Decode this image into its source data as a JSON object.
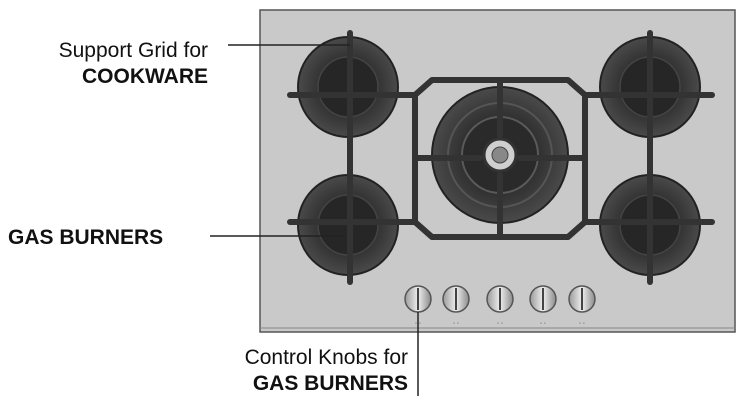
{
  "labels": {
    "grid_line1": "Support Grid for",
    "grid_line2": "COOKWARE",
    "burners": "GAS BURNERS",
    "knobs_line1": "Control Knobs for",
    "knobs_line2": "GAS BURNERS"
  },
  "colors": {
    "cooktop": "#c8c8c8",
    "grid": "#3a3a3a",
    "burner": "#3c3c3c",
    "knob": "#dcdcdc"
  },
  "knob_count": 5
}
